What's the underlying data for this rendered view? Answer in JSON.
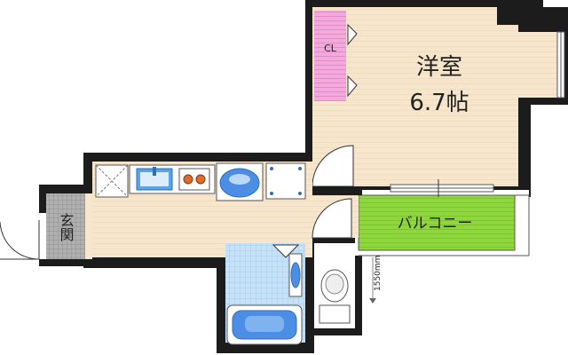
{
  "rooms": {
    "western_room": {
      "name": "洋室",
      "size": "6.7帖"
    },
    "closet": "CL",
    "balcony": "バルコニー",
    "entrance": "玄関",
    "dimension_note": "1550mm"
  },
  "colors": {
    "wall": "#1c1c1c",
    "floor": "#f6e6cd",
    "floor_stripe": "#efdbbd",
    "closet": "#f2a9dc",
    "balcony": "#8fd63f",
    "bath_floor": "#b9d9f4",
    "bathtub": "#4c8ee6",
    "genkan": "#9a9a9a"
  }
}
